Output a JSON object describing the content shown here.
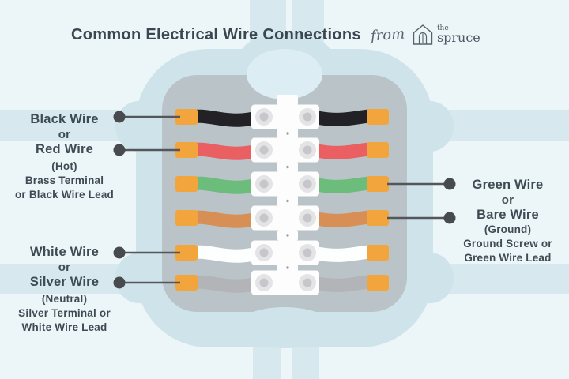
{
  "header": {
    "title": "Common Electrical Wire Connections",
    "from_label": "from",
    "brand_the": "the",
    "brand_name": "spruce"
  },
  "labels": {
    "left_top": [
      "Black Wire",
      "or",
      "Red Wire",
      "(Hot)",
      "Brass Terminal",
      "or Black Wire Lead"
    ],
    "left_bottom": [
      "White Wire",
      "or",
      "Silver Wire",
      "(Neutral)",
      "Silver Terminal or",
      "White Wire Lead"
    ],
    "right": [
      "Green Wire",
      "or",
      "Bare Wire",
      "(Ground)",
      "Ground Screw or",
      "Green Wire Lead"
    ]
  },
  "wires": [
    {
      "name": "black-wire",
      "color": "#222226"
    },
    {
      "name": "red-wire",
      "color": "#e95f62"
    },
    {
      "name": "green-wire",
      "color": "#6cbc7b"
    },
    {
      "name": "bare-copper-wire",
      "color": "#d88f55"
    },
    {
      "name": "white-wire",
      "color": "#fdfefe"
    },
    {
      "name": "silver-wire",
      "color": "#b3b4b8"
    }
  ],
  "colors": {
    "background": "#ecf5f8",
    "cable_band": "#d7e8ee",
    "cable_strip": "#d7e8ee",
    "blob": "#cfe3ea",
    "junction_box": "#b9c3c8",
    "notch": "#dceef3",
    "connector_tip": "#f2a53c",
    "terminal_block": "#fdfdfd",
    "screw_outer": "#e4e4e6",
    "screw_inner": "#c7c7cb",
    "screw_dot": "#9aa0a4",
    "leader_line": "#53575c",
    "leader_dot": "#474b50",
    "title_text": "#3a4750",
    "label_text": "#3f4b54",
    "brand_text": "#56636c"
  }
}
